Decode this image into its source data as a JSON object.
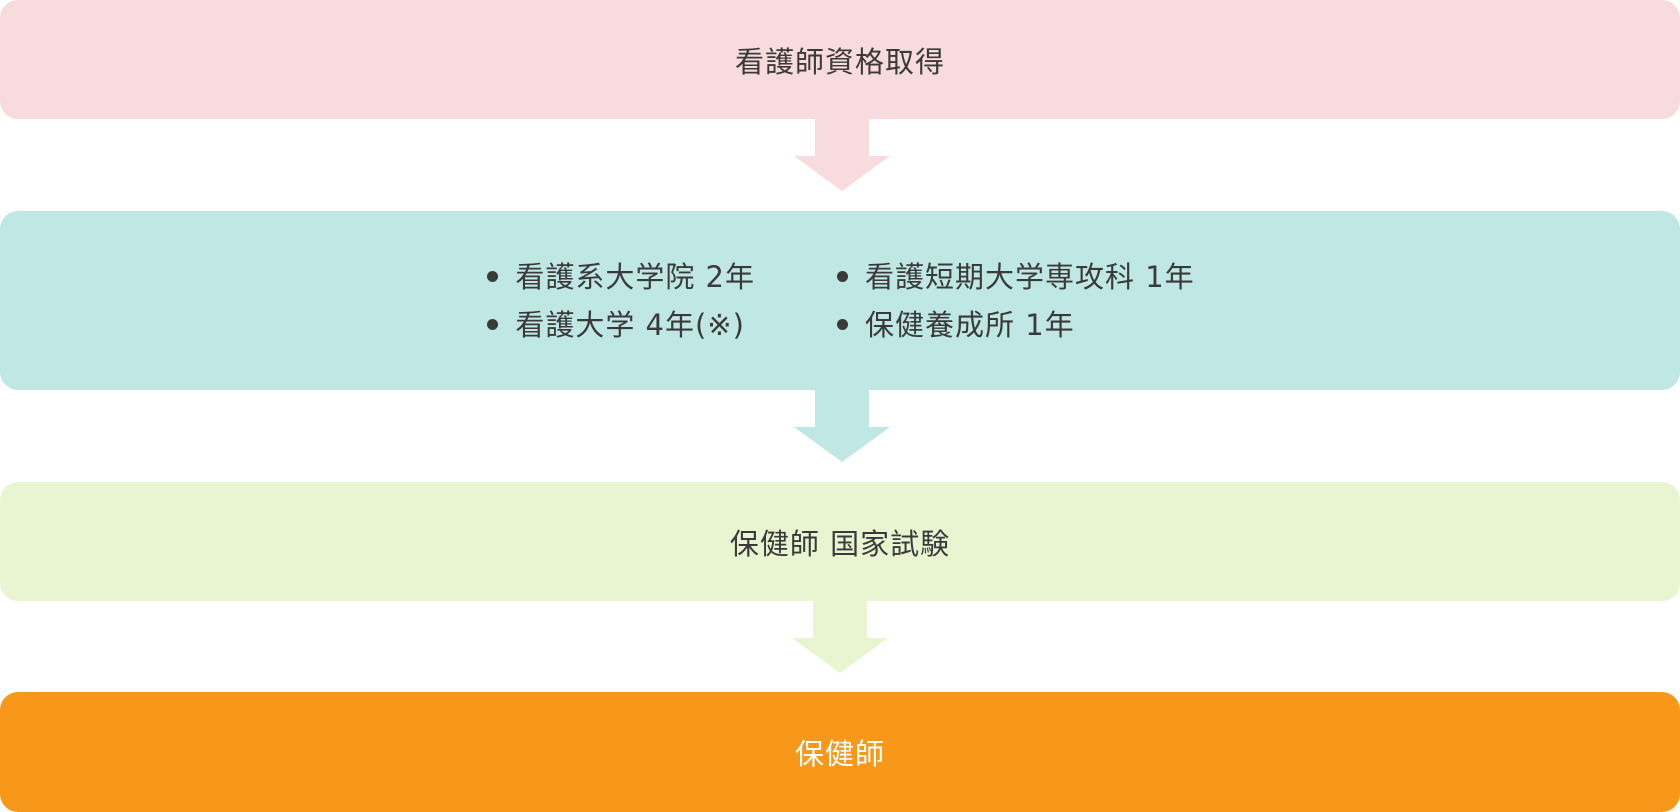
{
  "colors": {
    "step1": "#f8dbdc",
    "step2": "#bfe8e5",
    "step3": "#e9f5d1",
    "step4": "#f7981a",
    "text": "#3a3a3a",
    "final_text": "#ffffff"
  },
  "steps": {
    "step1": {
      "label": "看護師資格取得"
    },
    "step2": {
      "left_items": [
        "看護系大学院 2年",
        "看護大学 4年(※)"
      ],
      "right_items": [
        "看護短期大学専攻科 1年",
        "保健養成所 1年"
      ]
    },
    "step3": {
      "label": "保健師 国家試験"
    },
    "step4": {
      "label": "保健師"
    }
  }
}
